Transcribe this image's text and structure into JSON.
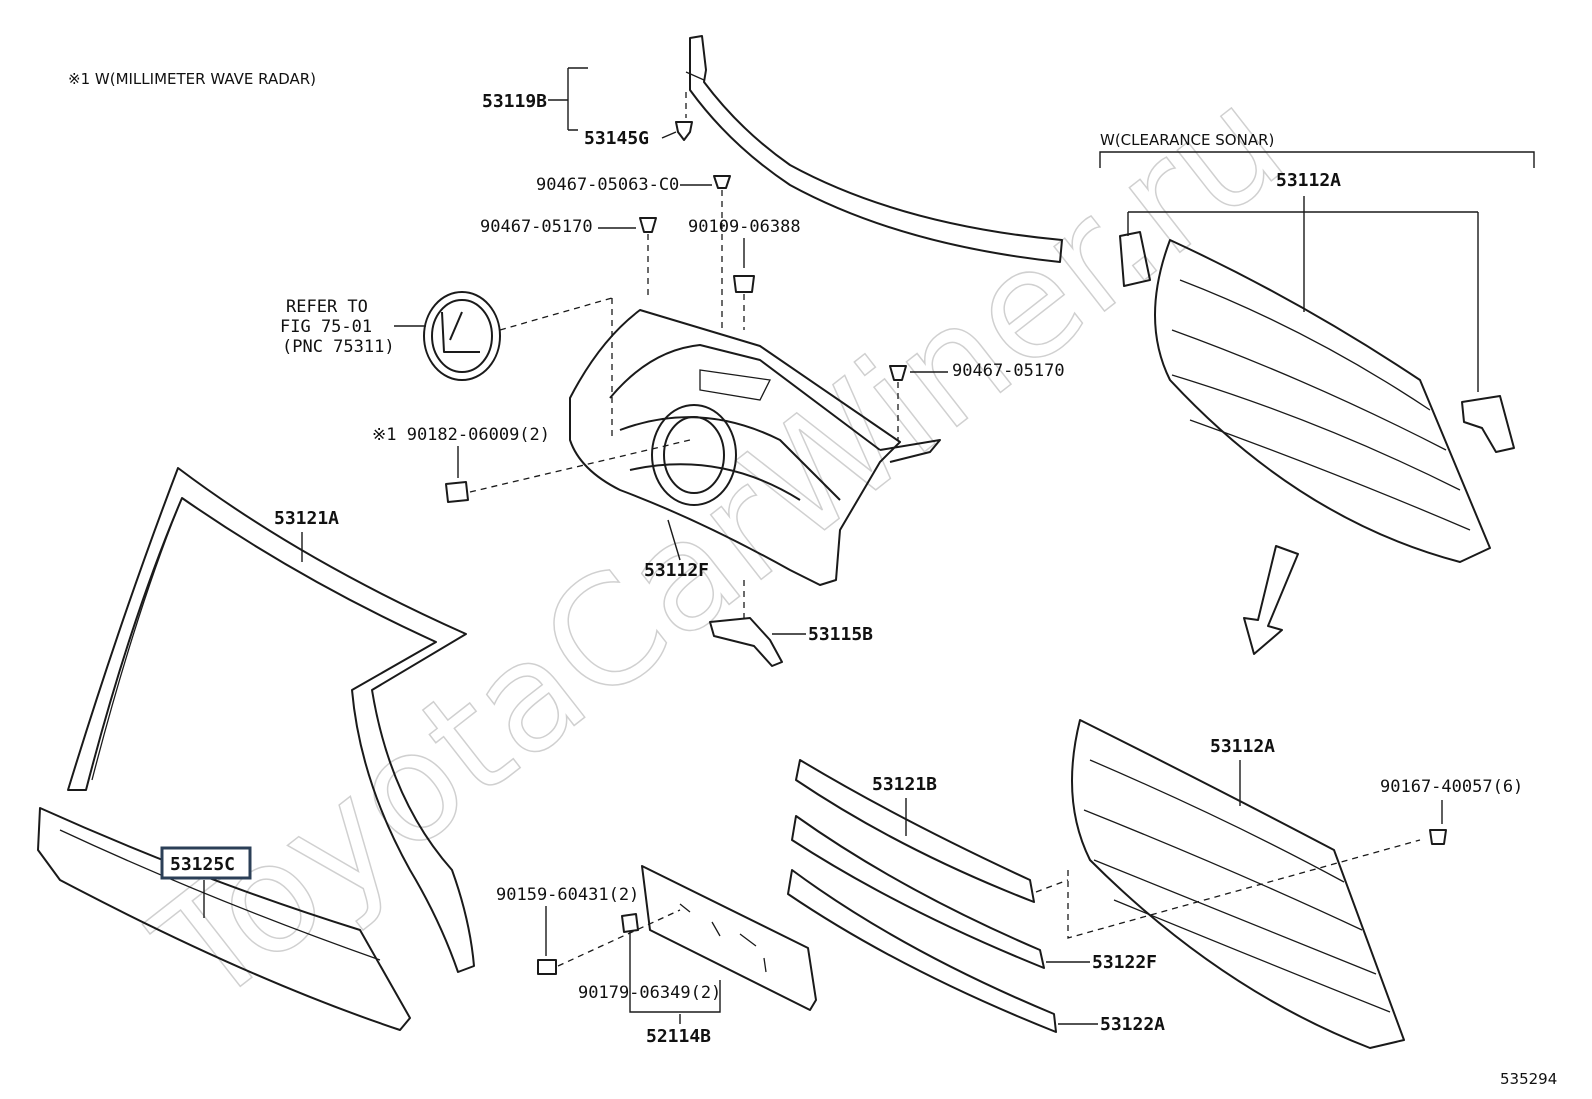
{
  "diagram": {
    "note": "※1 W(MILLIMETER WAVE RADAR)",
    "group_note": "W(CLEARANCE SONAR)",
    "refer": [
      "REFER TO",
      "FIG 75-01",
      "(PNC 75311)"
    ],
    "watermark": "ToyotaCarWiner.ru",
    "figure_number": "535294",
    "highlighted_part": "53125C",
    "parts": {
      "p53119B": "53119B",
      "p53145G": "53145G",
      "p90467_05063": "90467-05063-C0",
      "p90467_05170_a": "90467-05170",
      "p90109_06388": "90109-06388",
      "p90467_05170_b": "90467-05170",
      "p90182_06009": "※1 90182-06009(2)",
      "p53121A": "53121A",
      "p53112F": "53112F",
      "p53115B": "53115B",
      "p53112A_top": "53112A",
      "p53112A_bottom": "53112A",
      "p53121B": "53121B",
      "p90167_40057": "90167-40057(6)",
      "p53122F": "53122F",
      "p53122A": "53122A",
      "p90159_60431": "90159-60431(2)",
      "p90179_06349": "90179-06349(2)",
      "p52114B": "52114B",
      "p53125C": "53125C"
    }
  }
}
